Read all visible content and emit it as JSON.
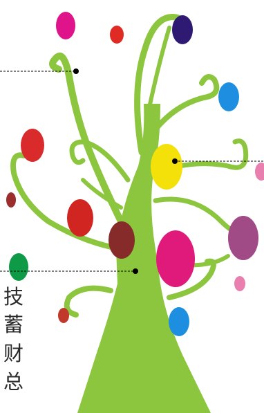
{
  "illustration": {
    "name": "stylized-tree",
    "trunk_color": "#8cc63f",
    "ball_colors": [
      "#e0148a",
      "#e02b24",
      "#2e1a73",
      "#1e8fe0",
      "#d92b2b",
      "#f5e10a",
      "#e87fae",
      "#9b2d2d",
      "#d02520",
      "#862a2a",
      "#e01a7a",
      "#a04a86",
      "#0f9a48",
      "#e87fae",
      "#1e8fe0",
      "#c0392b"
    ]
  },
  "side_text": {
    "line_1": "技",
    "line_2": "蓄",
    "line_3": "财",
    "line_4": "总"
  },
  "leader_line_color": "#000000"
}
